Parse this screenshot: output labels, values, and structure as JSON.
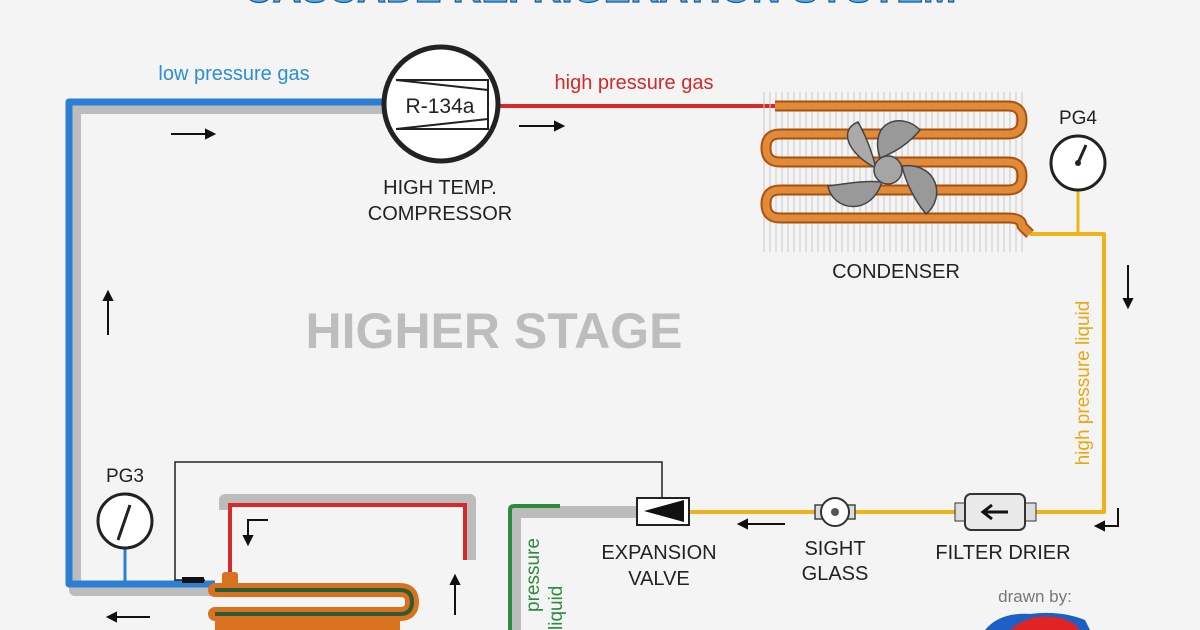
{
  "title": "CASCADE REFRIGERATION SYSTEM",
  "stage_label": "HIGHER STAGE",
  "pipes": {
    "low_pressure_gas": "low pressure gas",
    "high_pressure_gas": "high pressure gas",
    "high_pressure_liquid": "high pressure liquid",
    "pressure_liquid_fragment_1": "pressure",
    "pressure_liquid_fragment_2": "liquid"
  },
  "components": {
    "compressor_refrigerant": "R-134a",
    "compressor_label_line1": "HIGH TEMP.",
    "compressor_label_line2": "COMPRESSOR",
    "condenser": "CONDENSER",
    "gauge_pg4": "PG4",
    "gauge_pg3": "PG3",
    "expansion_valve_line1": "EXPANSION",
    "expansion_valve_line2": "VALVE",
    "sight_glass_line1": "SIGHT",
    "sight_glass_line2": "GLASS",
    "filter_drier": "FILTER DRIER"
  },
  "credit": "drawn by:",
  "colors": {
    "low_pressure": "#2a7fd4",
    "high_pressure_gas": "#d42a2a",
    "high_pressure_liquid": "#f0b418",
    "low_stage_liquid": "#2e8a3e",
    "coil": "#d8721e",
    "pipe_shadow": "#b9b9b9",
    "stage_text": "#bdbdbd"
  }
}
